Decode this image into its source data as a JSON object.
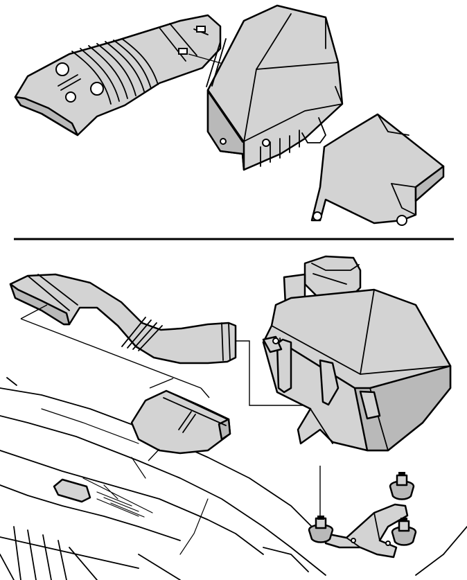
{
  "figure": {
    "panels": [
      {
        "id": "upper",
        "parts": [
          "intake-duct",
          "air-filter-housing",
          "housing-cover-plate"
        ]
      },
      {
        "id": "lower",
        "parts": [
          "intake-hose",
          "inlet-snorkel",
          "air-filter-box",
          "mounting-bracket",
          "body-panel"
        ]
      }
    ]
  }
}
